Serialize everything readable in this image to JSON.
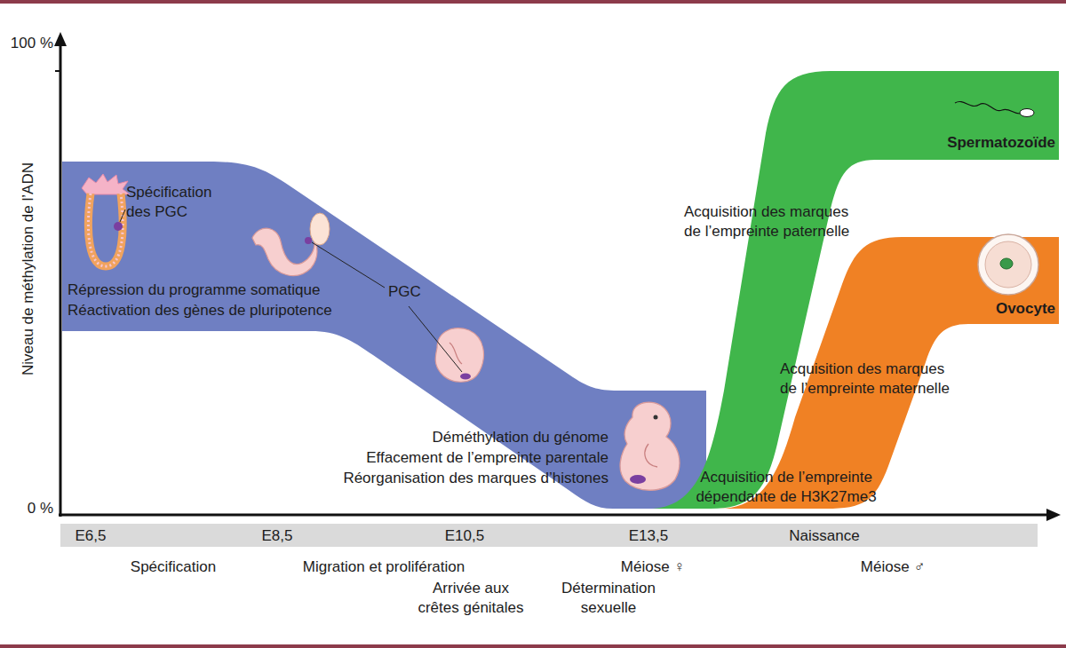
{
  "diagram": {
    "nodes": [
      {
        "text": [
          "Spécification des PGC",
          "Répression du programme somatique",
          "Réactivation des gènes de pluripotence",
          "PGC"
        ]
      },
      {
        "text": [
          "Spermatozoïde"
        ]
      },
      {
        "text": [
          "Ovocyte"
        ]
      }
    ],
    "labels": [
      "100 %",
      "0 %",
      "Niveau de méthylation de l’ADN",
      "Acquisition des marques de l’empreinte paternelle",
      "Acquisition des marques de l’empreinte maternelle",
      "Acquisition de l’empreinte dépendante de H3K27me3",
      "Déméthylation du génome",
      "Effacement de l’empreinte parentale",
      "Réorganisation des marques d’histones",
      "E6,5",
      "E8,5",
      "E10,5",
      "E13,5",
      "Naissance",
      "Spécification",
      "Migration et prolifération",
      "Arrivée aux crêtes génitales",
      "Méiose ♀",
      "Détermination sexuelle",
      "Méiose ♂"
    ]
  }
}
